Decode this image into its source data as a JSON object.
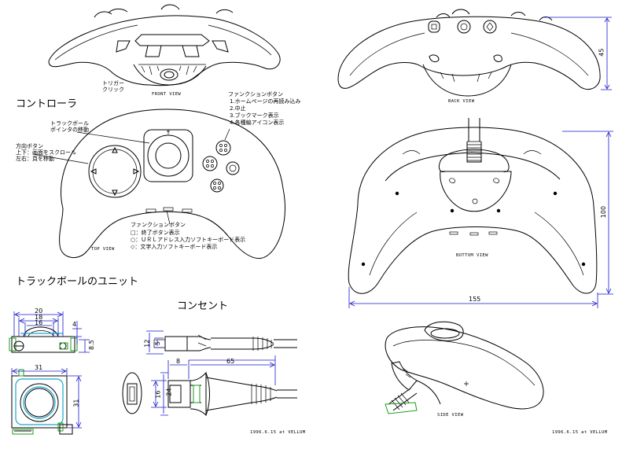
{
  "labels": {
    "trigger": "トリガー\nクリック",
    "front_view": "FRONT VIEW",
    "back_view": "BACK VIEW",
    "top_view": "TOP VIEW",
    "bottom_view": "BOTTOM VIEW",
    "side_view": "SIDE VIEW",
    "controller_title": "コントローラ",
    "trackball": "トラックボール\nポインタの移動",
    "direction": "方向ボタン\n上下：画面をスクロール\n左右：頁を移動",
    "function_top_title": "ファンクションボタン",
    "function_top_items": [
      "1.ホームページの再読み込み",
      "2.中止",
      "3.ブックマーク表示",
      "4.各種編アイコン表示"
    ],
    "function_bottom_title": "ファンクションボタン",
    "function_bottom_items": [
      "□：終了ボタン表示",
      "○：ＵＲＬアドレス入力ソフトキーボード表示",
      "◇：文字入力ソフトキーボード表示"
    ],
    "trackball_unit_title": "トラックボールのユニット",
    "outlet_title": "コンセント",
    "date_stamp_left": "1996.6.15 at VELLUM",
    "date_stamp_right": "1996.6.15 at VELLUM"
  },
  "dimensions": {
    "back_height": "45",
    "bottom_height": "100",
    "bottom_width": "155",
    "unit_w1": "20",
    "unit_w2": "18",
    "unit_w3": "16",
    "unit_h1": "4",
    "unit_h2": "8.5",
    "unit_base_w": "31",
    "unit_base_h": "31",
    "plug_h1": "12",
    "plug_h2": "5",
    "plug_len1": "8",
    "plug_len2": "65",
    "plug_h3": "16",
    "plug_h4": "24"
  },
  "colors": {
    "dimension_line": "#1a1acc",
    "unit_green": "#1c9a1c",
    "unit_cyan": "#19a7c9"
  }
}
